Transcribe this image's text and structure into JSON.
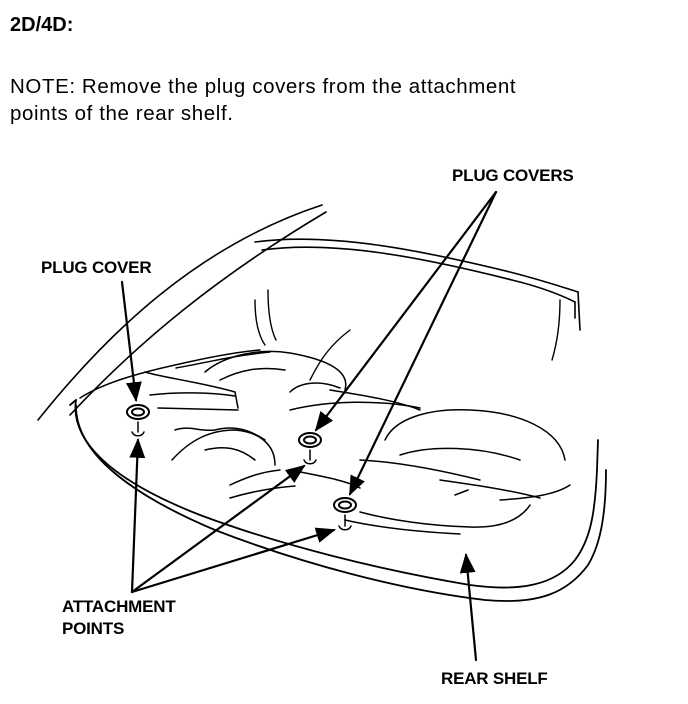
{
  "heading": "2D/4D:",
  "note": {
    "line1": "NOTE:  Remove  the  plug  covers  from  the  attachment",
    "line2": "points of the rear shelf."
  },
  "labels": {
    "plug_cover": "PLUG COVER",
    "plug_covers": "PLUG COVERS",
    "attachment_points_line1": "ATTACHMENT",
    "attachment_points_line2": "POINTS",
    "rear_shelf": "REAR SHELF"
  }
}
